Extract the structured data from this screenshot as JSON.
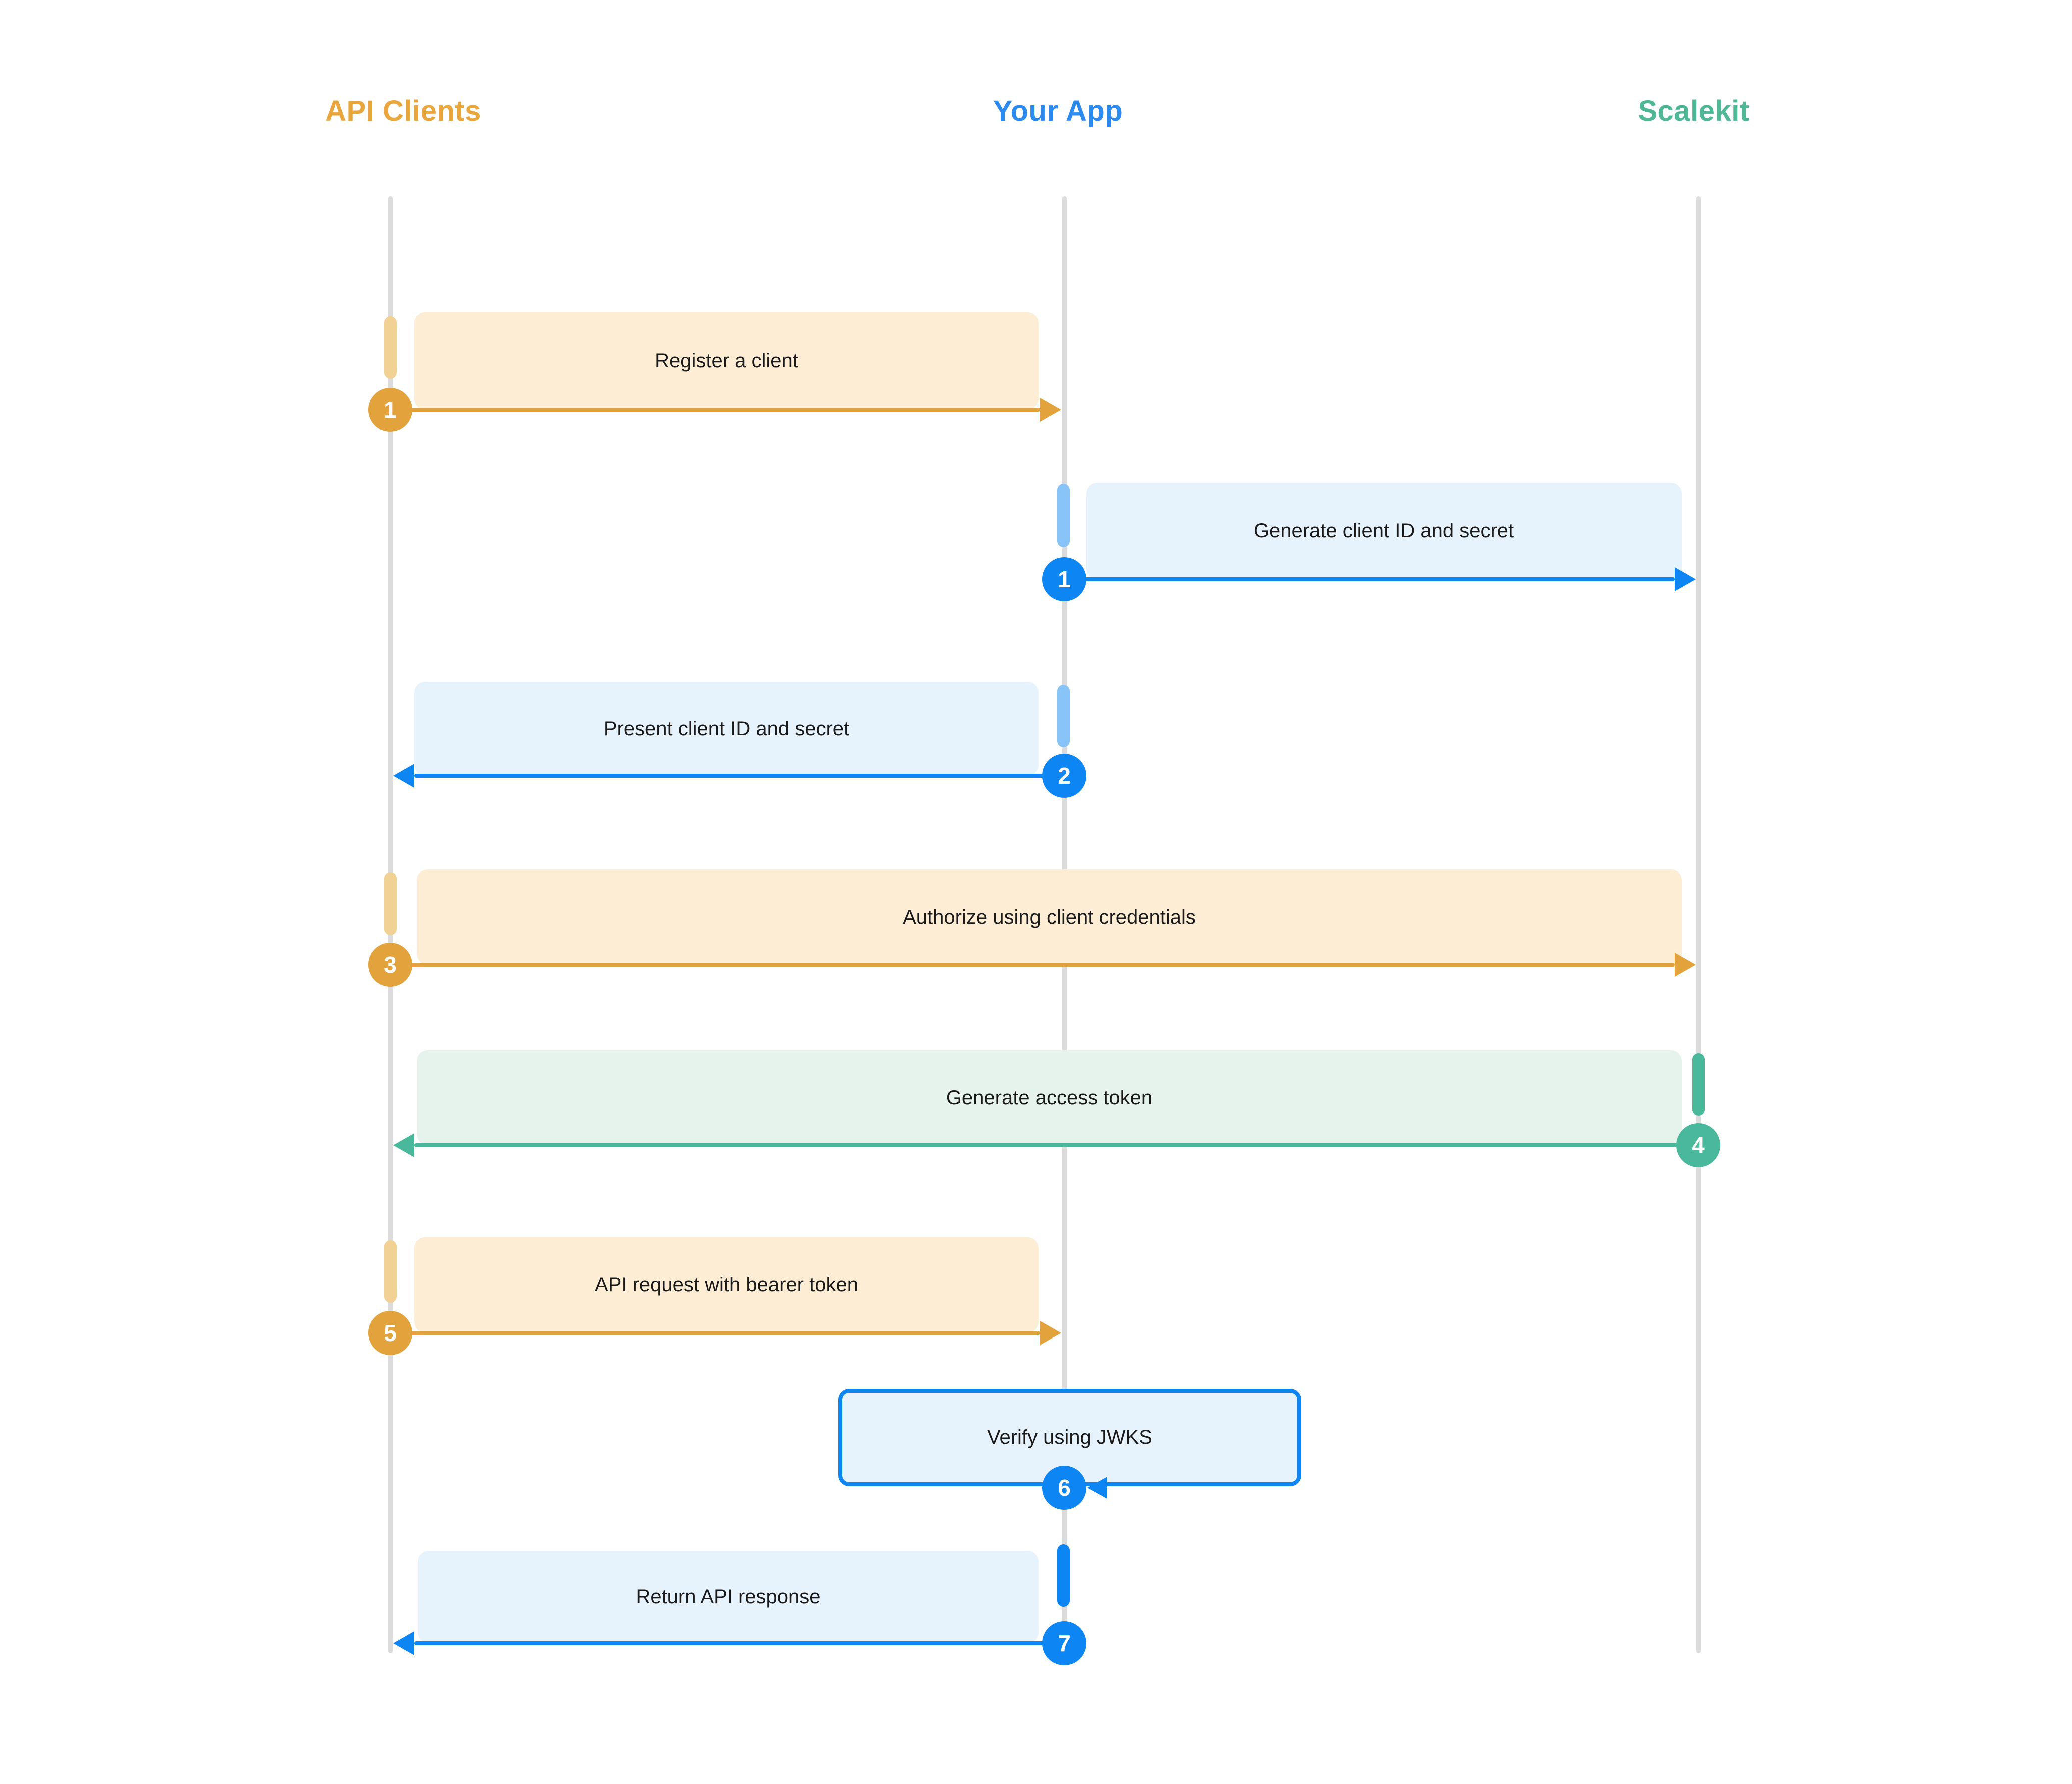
{
  "actors": [
    {
      "name": "API Clients",
      "color": "#E9A63C"
    },
    {
      "name": "Your App",
      "color": "#2B8BF0"
    },
    {
      "name": "Scalekit",
      "color": "#4EB795"
    }
  ],
  "messages": [
    {
      "step": "1",
      "label": "Register a client",
      "from": "API Clients",
      "to": "Your App",
      "direction": "right",
      "theme": "orange"
    },
    {
      "step": "1",
      "label": "Generate client ID and secret",
      "from": "Your App",
      "to": "Scalekit",
      "direction": "right",
      "theme": "blue"
    },
    {
      "step": "2",
      "label": "Present client ID and secret",
      "from": "Your App",
      "to": "API Clients",
      "direction": "left",
      "theme": "blue"
    },
    {
      "step": "3",
      "label": "Authorize using client credentials",
      "from": "API Clients",
      "to": "Scalekit",
      "direction": "right",
      "theme": "orange"
    },
    {
      "step": "4",
      "label": "Generate access token",
      "from": "Scalekit",
      "to": "API Clients",
      "direction": "left",
      "theme": "teal"
    },
    {
      "step": "5",
      "label": "API request with bearer token",
      "from": "API Clients",
      "to": "Your App",
      "direction": "right",
      "theme": "orange"
    },
    {
      "step": "6",
      "label": "Verify using JWKS",
      "from": "Your App",
      "to": "Your App",
      "direction": "self",
      "theme": "blue"
    },
    {
      "step": "7",
      "label": "Return API response",
      "from": "Your App",
      "to": "API Clients",
      "direction": "left",
      "theme": "blue"
    }
  ],
  "palette": {
    "orange_accent": "#E2A23C",
    "orange_activation": "#F1D194",
    "orange_box_fill": "#FCEDD4",
    "blue_accent": "#0D86F3",
    "blue_activation": "#88C4F8",
    "blue_box_fill": "#E6F2FC",
    "teal_accent": "#49B89B",
    "teal_box_fill": "#E6F3EC",
    "lifeline_gray": "#DCDCDC",
    "text_color": "#1A1A1A"
  }
}
